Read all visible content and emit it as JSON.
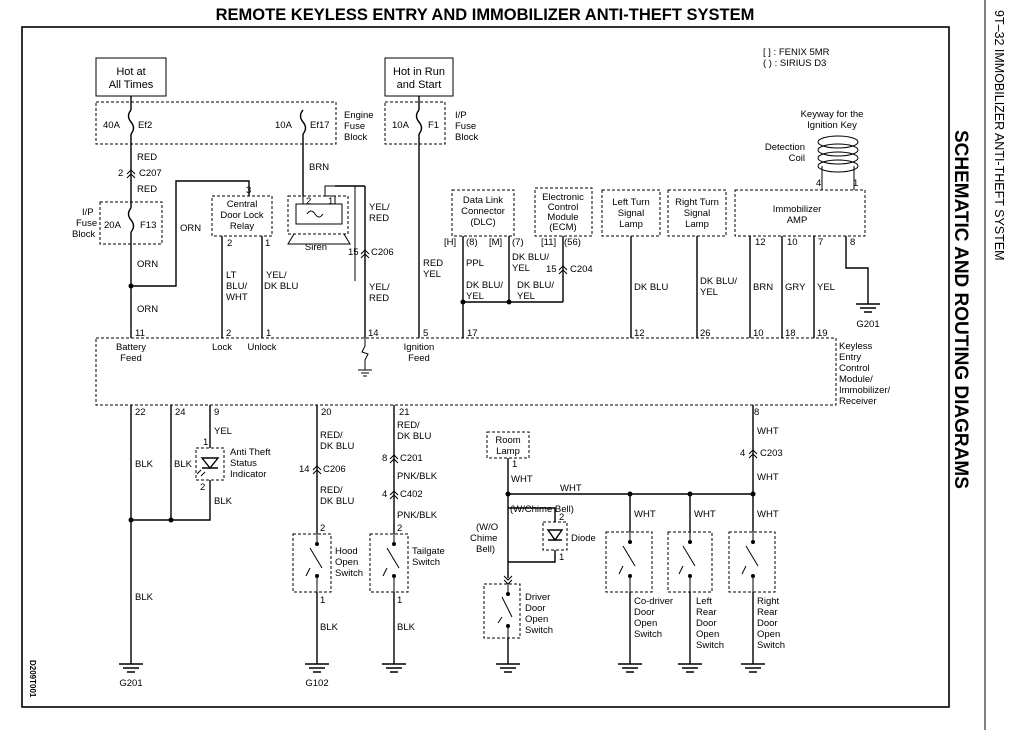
{
  "title": "REMOTE KEYLESS ENTRY AND IMMOBILIZER ANTI-THEFT SYSTEM",
  "side": {
    "page": "9T–32  IMMOBILIZER ANTI-THEFT SYSTEM",
    "section": "SCHEMATIC AND ROUTING DIAGRAMS"
  },
  "figure_id": "D209T001",
  "legend": {
    "l1": "[    ] : FENIX 5MR",
    "l2": "(    ) : SIRIUS D3"
  },
  "power": {
    "hot_all_1": "Hot at",
    "hot_all_2": "All Times",
    "hot_run_1": "Hot in Run",
    "hot_run_2": "and Start",
    "engine_fuse_1": "Engine",
    "engine_fuse_2": "Fuse",
    "engine_fuse_3": "Block",
    "ip_fuse_1": "I/P",
    "ip_fuse_2": "Fuse",
    "ip_fuse_3": "Block",
    "ip_fuse_l1": "I/P",
    "ip_fuse_l2": "Fuse",
    "ip_fuse_l3": "Block",
    "ef2_amp": "40A",
    "ef2": "Ef2",
    "ef17_amp": "10A",
    "ef17": "Ef17",
    "f1_amp": "10A",
    "f1": "F1",
    "f13_amp": "20A",
    "f13": "F13"
  },
  "wires": {
    "red": "RED",
    "c207": "C207",
    "pin2": "2",
    "orn": "ORN",
    "brn": "BRN",
    "yel_red_1": "YEL/",
    "yel_red_2": "RED",
    "c206": "C206",
    "pin15": "15",
    "lt": "LT",
    "blu": "BLU/",
    "wht": "WHT",
    "yel_dkblu_1": "YEL/",
    "yel_dkblu_2": "DK BLU",
    "ppl": "PPL",
    "dkblu_yel_1": "DK BLU/",
    "dkblu_yel_2": "YEL",
    "dkblu": "DK BLU",
    "dkblu_slash": "DK BLU/",
    "gry": "GRY",
    "yel": "YEL",
    "c204": "C204",
    "p15": "15",
    "blk": "BLK",
    "red_dkblu_1": "RED/",
    "red_dkblu_2": "DK BLU",
    "p14": "14",
    "c201": "C201",
    "p8": "8",
    "pnkblk": "PNK/BLK",
    "c402": "C402",
    "p4": "4",
    "c203": "C203",
    "dk": "DK"
  },
  "components": {
    "siren": "Siren",
    "relay_1": "Central",
    "relay_2": "Door Lock",
    "relay_3": "Relay",
    "dlc_1": "Data Link",
    "dlc_2": "Connector",
    "dlc_3": "(DLC)",
    "ecm_1": "Electronic",
    "ecm_2": "Control",
    "ecm_3": "Module",
    "ecm_4": "(ECM)",
    "ltsl_1": "Left Turn",
    "ltsl_2": "Signal",
    "ltsl_3": "Lamp",
    "rtsl_1": "Right Turn",
    "rtsl_2": "Signal",
    "rtsl_3": "Lamp",
    "amp_1": "Immobilizer",
    "amp_2": "AMP",
    "coil_1": "Detection",
    "coil_2": "Coil",
    "keyway_1": "Keyway for the",
    "keyway_2": "Ignition Key",
    "module_1": "Keyless",
    "module_2": "Entry",
    "module_3": "Control",
    "module_4": "Module/",
    "module_5": "Immobilizer/",
    "module_6": "Receiver",
    "battery_feed_1": "Battery",
    "battery_feed_2": "Feed",
    "lock": "Lock",
    "unlock": "Unlock",
    "ign_feed_1": "Ignition",
    "ign_feed_2": "Feed",
    "ati_1": "Anti Theft",
    "ati_2": "Status",
    "ati_3": "Indicator",
    "hood_1": "Hood",
    "hood_2": "Open",
    "hood_3": "Switch",
    "tail_1": "Tailgate",
    "tail_2": "Switch",
    "room_1": "Room",
    "room_2": "Lamp",
    "chime": "(W/Chime Bell)",
    "wo_1": "(W/O",
    "wo_2": "Chime",
    "wo_3": "Bell)",
    "diode": "Diode",
    "drv_1": "Driver",
    "drv_2": "Door",
    "drv_3": "Open",
    "drv_4": "Switch",
    "cod_1": "Co-driver",
    "cod_2": "Door",
    "cod_3": "Open",
    "cod_4": "Switch",
    "lrd_1": "Left",
    "lrd_2": "Rear",
    "lrd_3": "Door",
    "lrd_4": "Open",
    "lrd_5": "Switch",
    "rrd_1": "Right",
    "rrd_2": "Rear",
    "rrd_3": "Door",
    "rrd_4": "Open",
    "rrd_5": "Switch",
    "g201": "G201",
    "g102": "G102"
  },
  "pins": {
    "p11": "11",
    "p2": "2",
    "p1": "1",
    "p14": "14",
    "p5": "5",
    "p17": "17",
    "p12": "12",
    "p26": "26",
    "p10": "10",
    "p18": "18",
    "p19": "19",
    "p22": "22",
    "p24": "24",
    "p9": "9",
    "p20": "20",
    "p21": "21",
    "p8": "8",
    "p3": "3",
    "p4": "4",
    "p7": "7",
    "h": "[H]",
    "h8": "(8)",
    "m": "[M]",
    "m7": "(7)",
    "b11": "[11]",
    "b56": "(56)"
  }
}
